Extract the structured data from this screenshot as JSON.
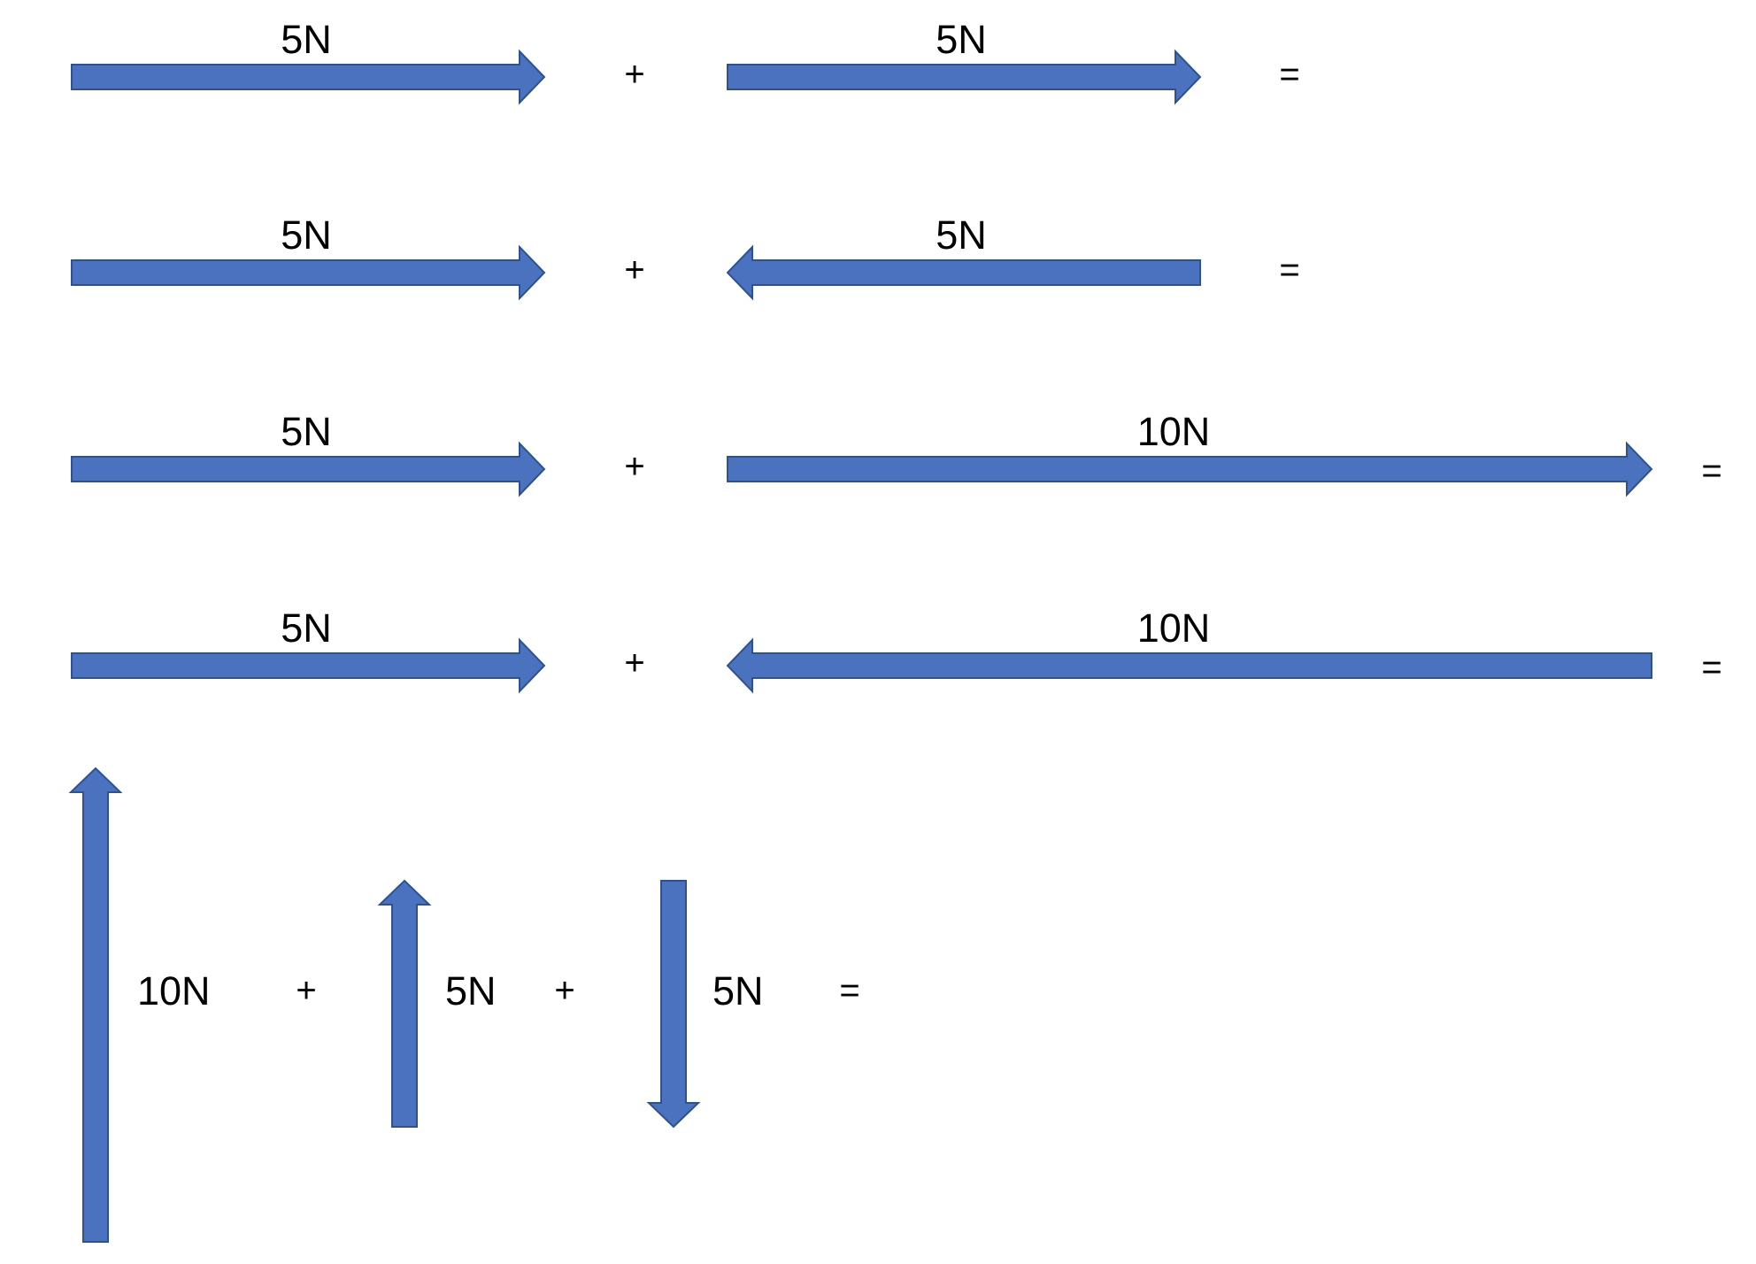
{
  "colors": {
    "arrow_fill": "#4a72bf",
    "arrow_stroke": "#2f528f",
    "text": "#000000"
  },
  "rows": [
    {
      "first_label": "5N",
      "plus": "+",
      "second_label": "5N",
      "equals": "="
    },
    {
      "first_label": "5N",
      "plus": "+",
      "second_label": "5N",
      "equals": "="
    },
    {
      "first_label": "5N",
      "plus": "+",
      "second_label": "10N",
      "equals": "="
    },
    {
      "first_label": "5N",
      "plus": "+",
      "second_label": "10N",
      "equals": "="
    }
  ],
  "vertical": {
    "first_label": "10N",
    "plus1": "+",
    "second_label": "5N",
    "plus2": "+",
    "third_label": "5N",
    "equals": "="
  }
}
